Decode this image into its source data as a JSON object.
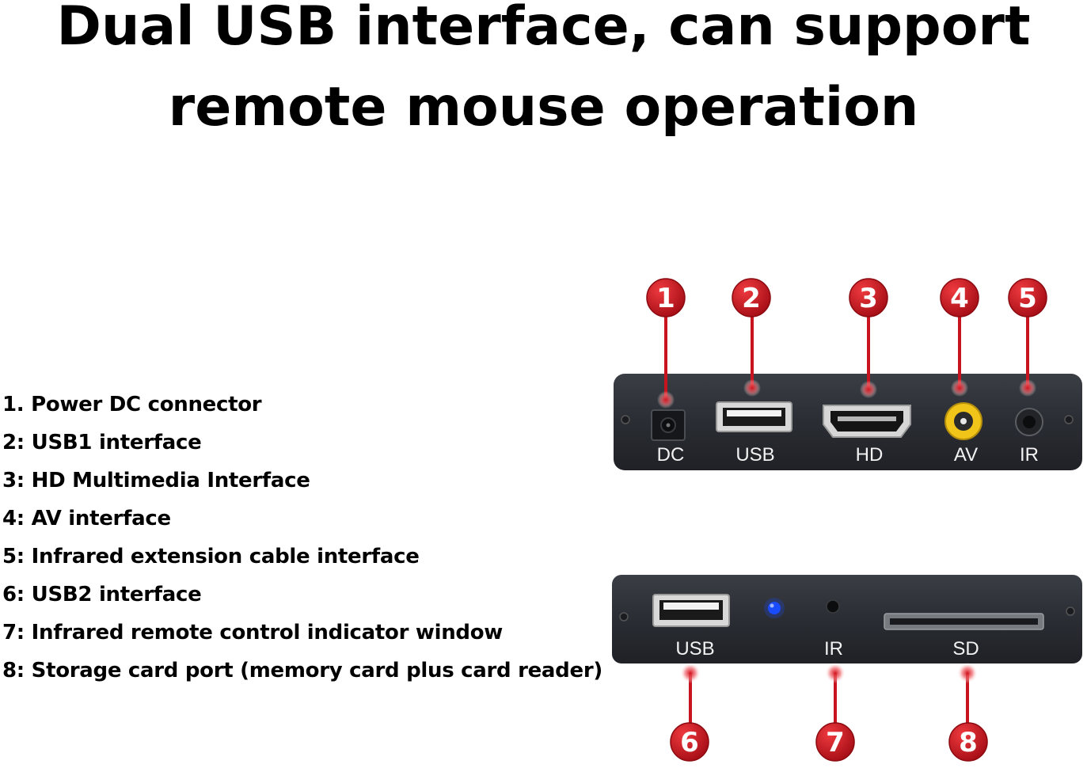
{
  "headline": {
    "line1": "Dual USB interface, can support",
    "line2": "remote mouse operation"
  },
  "legend": [
    "1. Power DC connector",
    "2: USB1 interface",
    "3: HD Multimedia Interface",
    "4: AV interface",
    "5: Infrared extension cable interface",
    "6: USB2 interface",
    "7: Infrared remote control indicator window",
    "8: Storage card port (memory card plus card reader)"
  ],
  "rear_panel": {
    "labels": [
      "DC",
      "USB",
      "HD",
      "AV",
      "IR"
    ],
    "badges": [
      "1",
      "2",
      "3",
      "4",
      "5"
    ]
  },
  "front_panel": {
    "labels": [
      "USB",
      "IR",
      "SD"
    ],
    "badges": [
      "6",
      "7",
      "8"
    ]
  },
  "colors": {
    "badge_red": "#c8141e",
    "panel_dark": "#2a2d33",
    "av_yellow": "#f0c419",
    "led_blue": "#1a4cff"
  }
}
